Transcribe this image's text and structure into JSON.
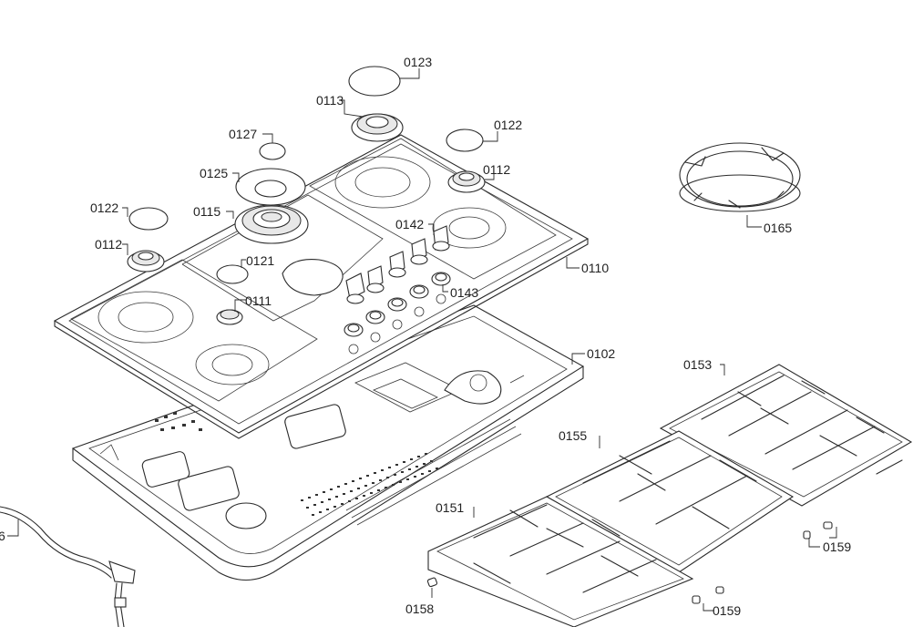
{
  "callouts": {
    "c0123": "0123",
    "c0113": "0113",
    "c0127": "0127",
    "c0122a": "0122",
    "c0122b": "0122",
    "c0125": "0125",
    "c0112a": "0112",
    "c0112b": "0112",
    "c0115": "0115",
    "c0142": "0142",
    "c0121": "0121",
    "c0111": "0111",
    "c0143": "0143",
    "c0110": "0110",
    "c0165": "0165",
    "c0102": "0102",
    "c0153": "0153",
    "c0155": "0155",
    "c0151": "0151",
    "c0159a": "0159",
    "c0159b": "0159",
    "c0158": "0158",
    "c6": "6"
  }
}
